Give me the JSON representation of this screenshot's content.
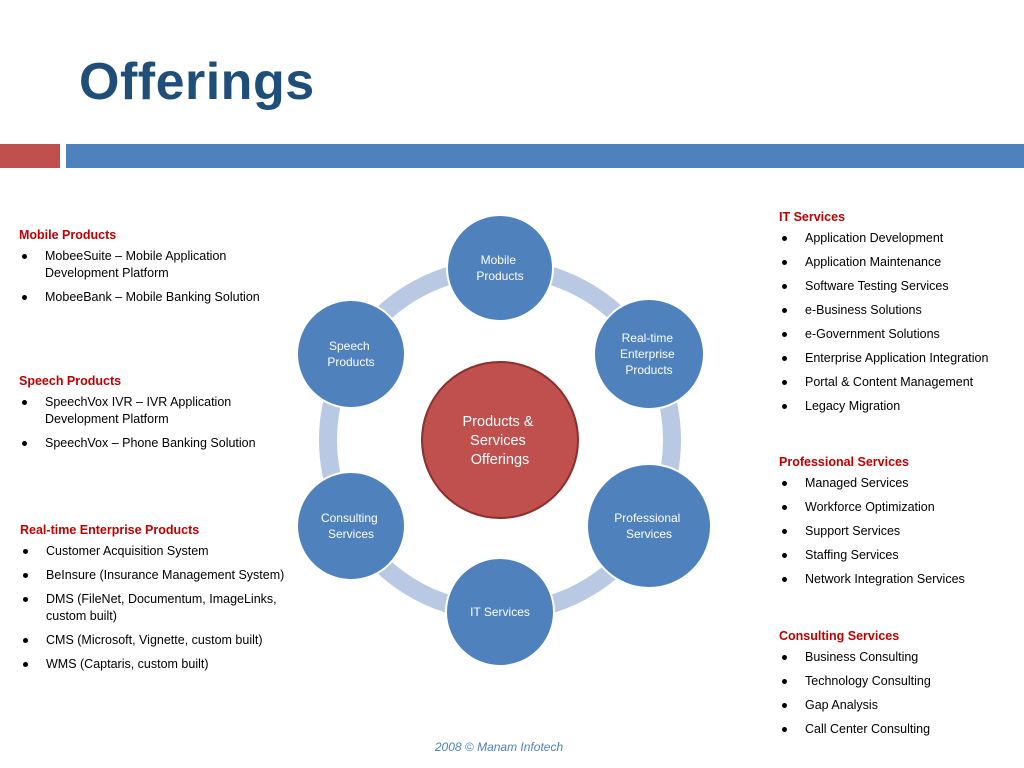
{
  "title": "Offerings",
  "left": {
    "mobile": {
      "heading": "Mobile Products",
      "items": [
        "MobeeSuite – Mobile Application Development Platform",
        "MobeeBank – Mobile Banking Solution"
      ]
    },
    "speech": {
      "heading": "Speech Products",
      "items": [
        "SpeechVox IVR – IVR Application Development Platform",
        "SpeechVox – Phone Banking Solution"
      ]
    },
    "realtime": {
      "heading": "Real-time Enterprise Products",
      "items": [
        "Customer Acquisition System",
        "BeInsure (Insurance Management System)",
        "DMS (FileNet, Documentum, ImageLinks, custom built)",
        "CMS (Microsoft, Vignette, custom built)",
        "WMS (Captaris, custom built)"
      ]
    }
  },
  "right": {
    "it": {
      "heading": "IT Services",
      "items": [
        "Application Development",
        "Application Maintenance",
        "Software Testing Services",
        "e-Business Solutions",
        "e-Government Solutions",
        "Enterprise Application Integration",
        "Portal & Content Management",
        "Legacy Migration"
      ]
    },
    "professional": {
      "heading": "Professional Services",
      "items": [
        "Managed Services",
        "Workforce Optimization",
        "Support Services",
        "Staffing Services",
        "Network Integration Services"
      ]
    },
    "consulting": {
      "heading": "Consulting Services",
      "items": [
        "Business Consulting",
        "Technology Consulting",
        "Gap Analysis",
        "Call Center Consulting"
      ]
    }
  },
  "diagram": {
    "center": [
      "Products &",
      "Services",
      "Offerings"
    ],
    "nodes": [
      {
        "lines": [
          "Mobile",
          "Products"
        ]
      },
      {
        "lines": [
          "Real-time",
          "Enterprise",
          "Products"
        ]
      },
      {
        "lines": [
          "Professional",
          "Services"
        ]
      },
      {
        "lines": [
          "IT Services"
        ]
      },
      {
        "lines": [
          "Consulting",
          "Services"
        ]
      },
      {
        "lines": [
          "Speech",
          "Products"
        ]
      }
    ]
  },
  "colors": {
    "title": "#1f4e79",
    "node": "#4f81bd",
    "center": "#c0504d",
    "ring": "#b9c9e3",
    "heading": "#c00000"
  },
  "footer": "2008 © Manam Infotech"
}
